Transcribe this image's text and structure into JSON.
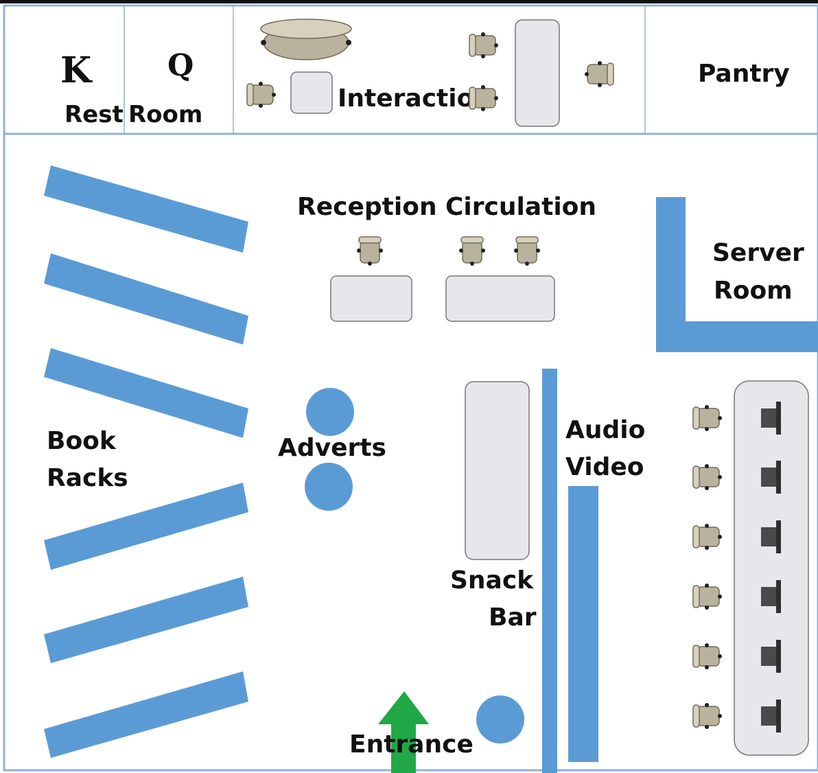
{
  "floor_plan": {
    "top_rooms": {
      "restroom_letter_k": "K",
      "restroom_letter_q": "Q",
      "restroom_label_1": "Rest",
      "restroom_label_2": "Room",
      "interaction": "Interaction",
      "pantry": "Pantry"
    },
    "labels": {
      "reception": "Reception",
      "circulation": "Circulation",
      "server_line1": "Server",
      "server_line2": "Room",
      "book_line1": "Book",
      "book_line2": "Racks",
      "adverts": "Adverts",
      "audio": "Audio",
      "video": "Video",
      "snack_line1": "Snack",
      "snack_line2": "Bar",
      "entrance": "Entrance"
    },
    "colors": {
      "furniture_blue": "#5b9bd5",
      "desk_fill": "#e7e7eb",
      "chair_fill": "#b9b29c",
      "monitor_fill": "#4a4a4a",
      "entrance_arrow": "#1fa845",
      "wall_line": "#8fb2d4"
    },
    "icons": [
      "chair-icon",
      "monitor-icon",
      "entrance-arrow-icon"
    ]
  }
}
